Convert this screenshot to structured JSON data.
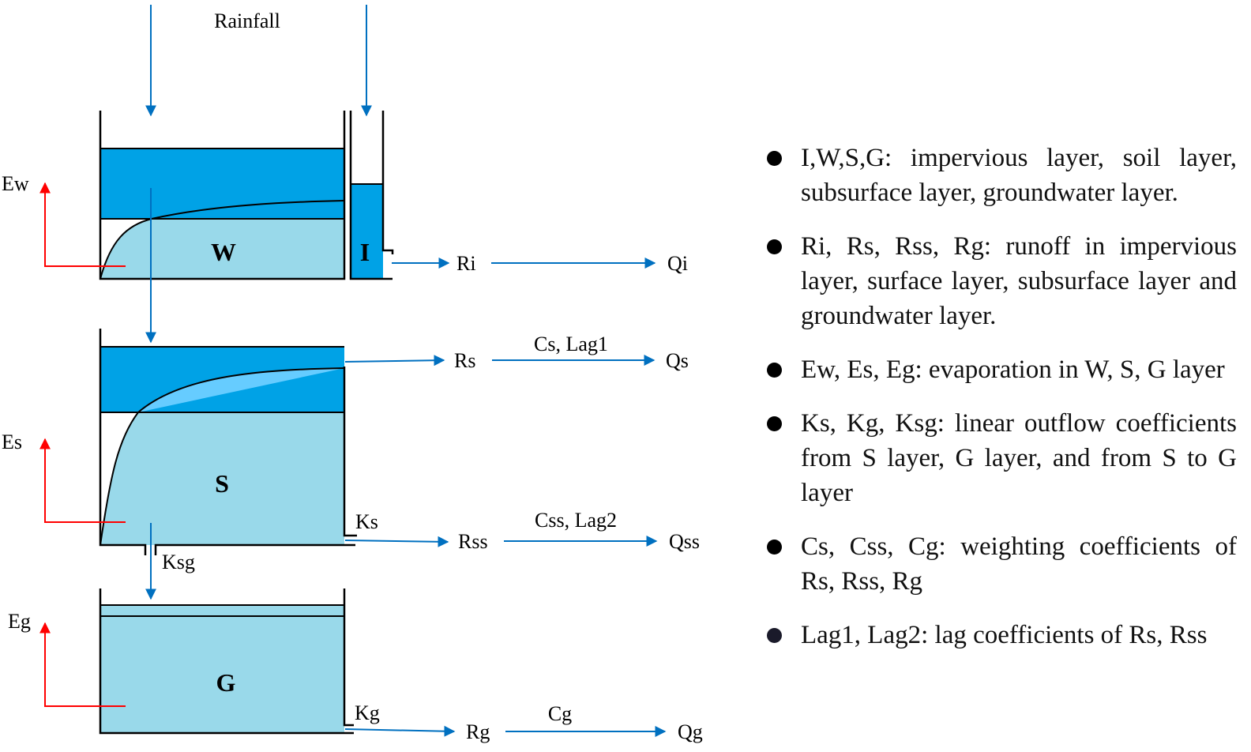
{
  "colors": {
    "dark_water": "#00a2e6",
    "light_water": "#99d9ea",
    "mid_water": "#66ccff",
    "flow_arrow": "#0070c0",
    "evap_arrow": "#ff0000",
    "outline": "#000000"
  },
  "diagram": {
    "rainfall": "Rainfall",
    "tanks": {
      "w": "W",
      "i": "I",
      "s": "S",
      "g": "G"
    },
    "evaporation": {
      "ew": "Ew",
      "es": "Es",
      "eg": "Eg"
    },
    "outflow_coefficients": {
      "ks": "Ks",
      "kg": "Kg",
      "ksg": "Ksg"
    },
    "runoff": {
      "ri": "Ri",
      "rs": "Rs",
      "rss": "Rss",
      "rg": "Rg"
    },
    "routing": {
      "cs_lag1": "Cs, Lag1",
      "css_lag2": "Css, Lag2",
      "cg": "Cg"
    },
    "discharge": {
      "qi": "Qi",
      "qs": "Qs",
      "qss": "Qss",
      "qg": "Qg"
    }
  },
  "legend": [
    "I,W,S,G: impervious layer, soil layer, subsurface layer, groundwater layer.",
    "Ri, Rs, Rss, Rg: runoff in impervious layer, surface layer, subsurface layer and groundwater layer.",
    "Ew, Es, Eg: evaporation in W, S, G layer",
    "Ks, Kg, Ksg: linear outflow coefficients from S layer, G layer, and from S to G layer",
    "Cs, Css, Cg: weighting coefficients of Rs, Rss, Rg",
    "Lag1, Lag2: lag coefficients of Rs, Rss"
  ]
}
